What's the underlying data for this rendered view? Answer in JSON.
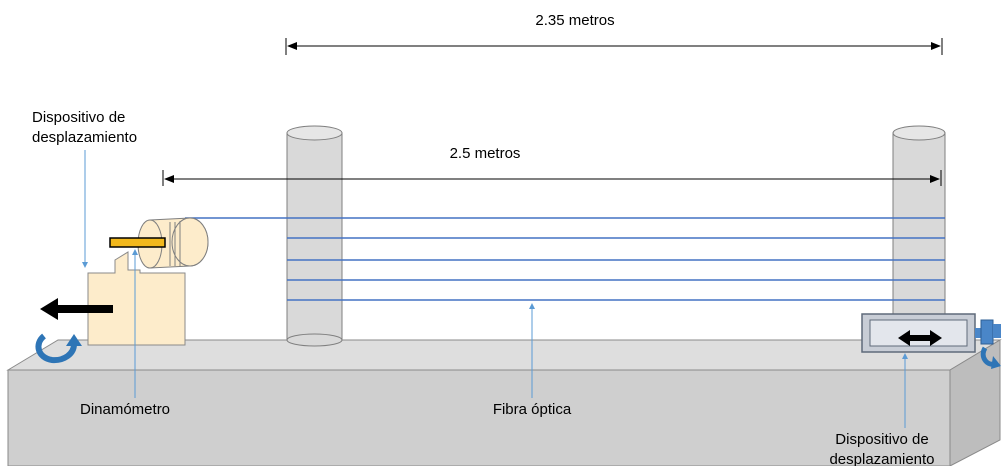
{
  "dimensions": {
    "top_span": "2.35 metros",
    "fiber_span": "2.5 metros"
  },
  "labels": {
    "left_device_line1": "Dispositivo de",
    "left_device_line2": "desplazamiento",
    "right_device_line1": "Dispositivo de",
    "right_device_line2": "desplazamiento",
    "dynamometer": "Dinamómetro",
    "fiber": "Fibra óptica"
  },
  "colors": {
    "fiber": "#4472c4",
    "pillar_fill": "#d9d9d9",
    "base_top": "#dedede",
    "base_front": "#cfcfcf",
    "base_side": "#bdbdbd",
    "device_fill": "#fdeccb",
    "dynamometer_bar": "#f2b81c",
    "rotation_arrow": "#2e75b6",
    "right_device_frame": "#c8cdd6",
    "callout_line": "#5b9bd5"
  },
  "fiber_count": 5
}
